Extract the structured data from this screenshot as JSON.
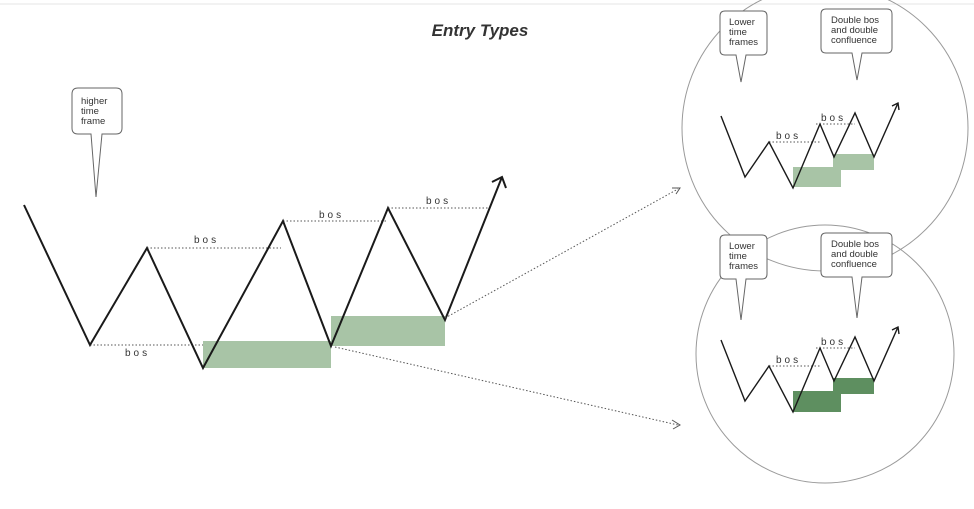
{
  "title": "Entry Types",
  "main_bubble": "higher\ntime\nframe",
  "bos_label": "bos",
  "insets": [
    {
      "left_bubble": "Lower\ntime\nframes",
      "right_bubble": "Double bos\nand double\nconfluence",
      "bos_label": "bos"
    },
    {
      "left_bubble": "Lower\ntime\nframes",
      "right_bubble": "Double bos\nand double\nconfluence",
      "bos_label": "bos"
    }
  ],
  "colors": {
    "zone_light": "#a8c4a6",
    "zone_dark": "#5e8f60",
    "line": "#1a1a1a",
    "circle": "#9a9a9a"
  }
}
